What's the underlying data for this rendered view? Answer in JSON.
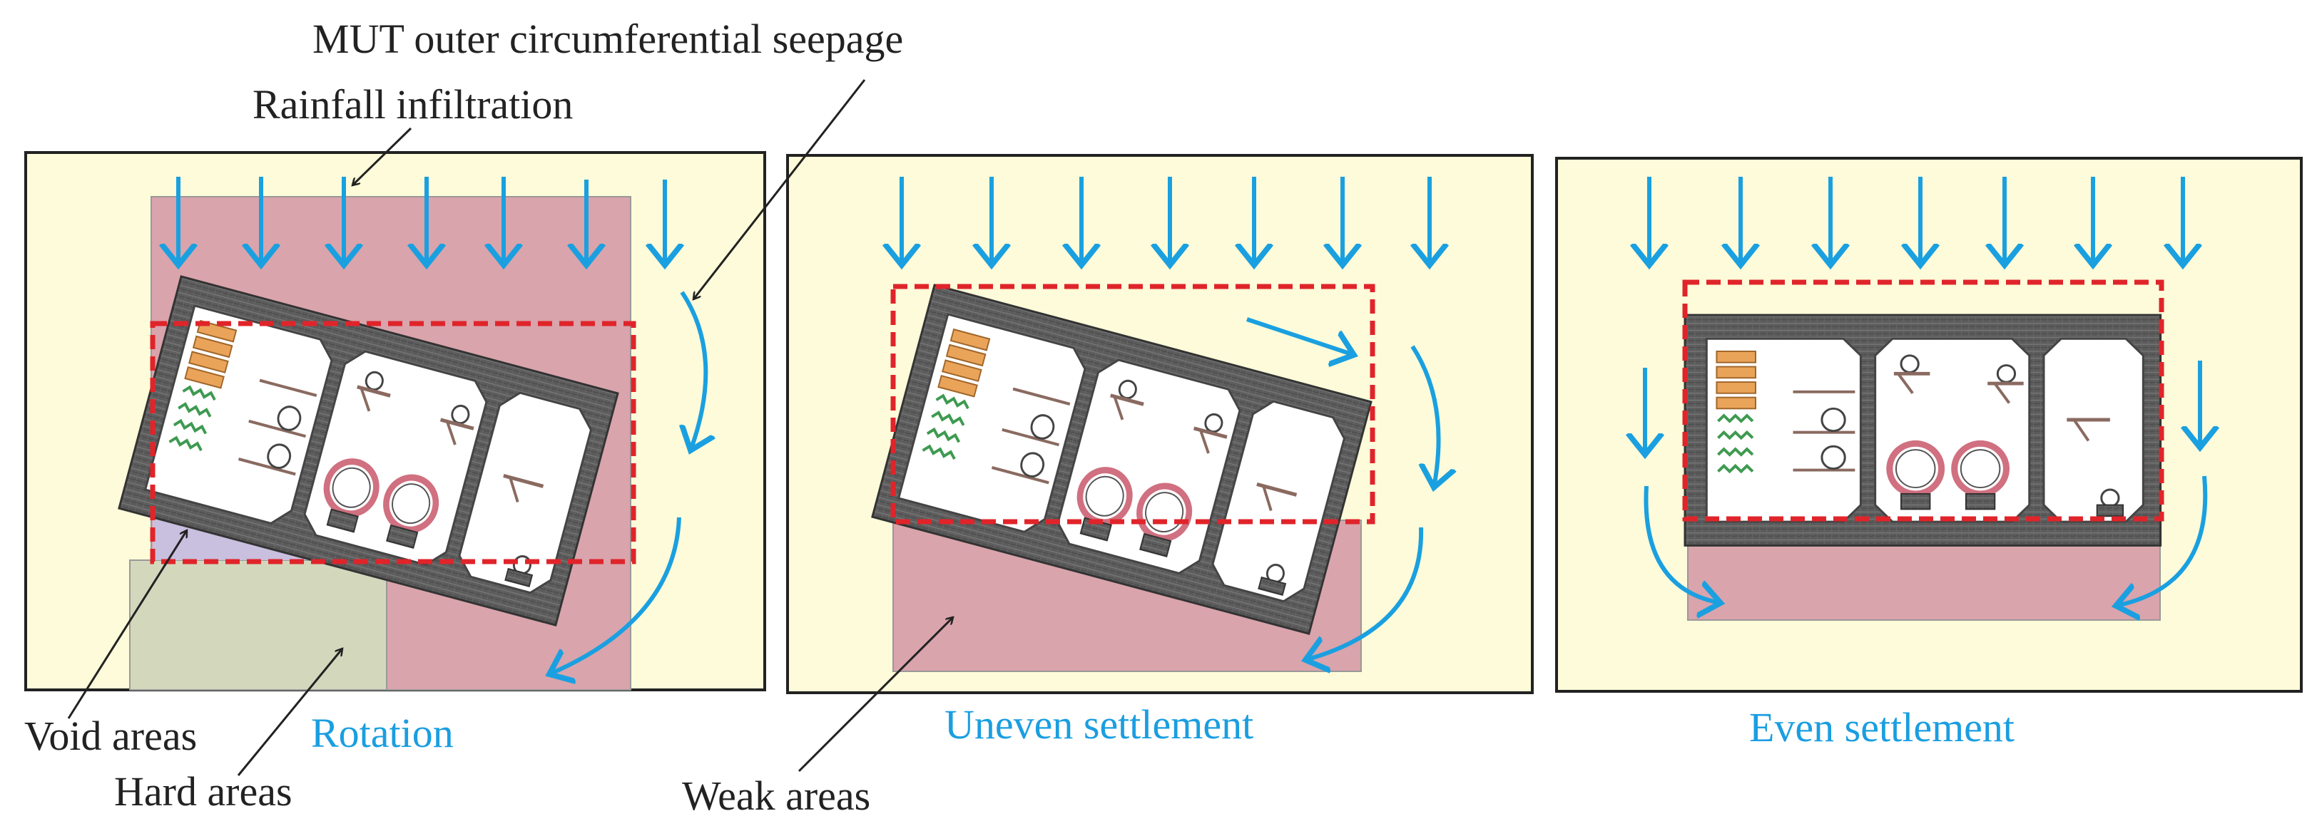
{
  "annotations": {
    "mut_seepage": "MUT outer circumferential seepage",
    "rainfall": "Rainfall infiltration",
    "void_areas": "Void areas",
    "hard_areas": "Hard areas",
    "weak_areas": "Weak areas"
  },
  "panels": [
    {
      "id": "rotation",
      "caption": "Rotation"
    },
    {
      "id": "uneven",
      "caption": "Uneven settlement"
    },
    {
      "id": "even",
      "caption": "Even settlement"
    }
  ],
  "colors": {
    "background": "#fdfbd9",
    "weak_soil": "#d9a4ac",
    "void": "#c9bfde",
    "hard": "#d3d8bd",
    "concrete": "#5a5a5a",
    "arrow": "#1aa0e0",
    "dashed_box": "#e0242a",
    "caption": "#1a9ee0",
    "pipe_ring": "#d07080",
    "cable_tray": "#e8a050",
    "green_cable": "#3e9a50"
  },
  "icons": [
    "water-flow-arrow-icon",
    "pipe-icon",
    "cable-tray-icon",
    "bracket-icon"
  ]
}
